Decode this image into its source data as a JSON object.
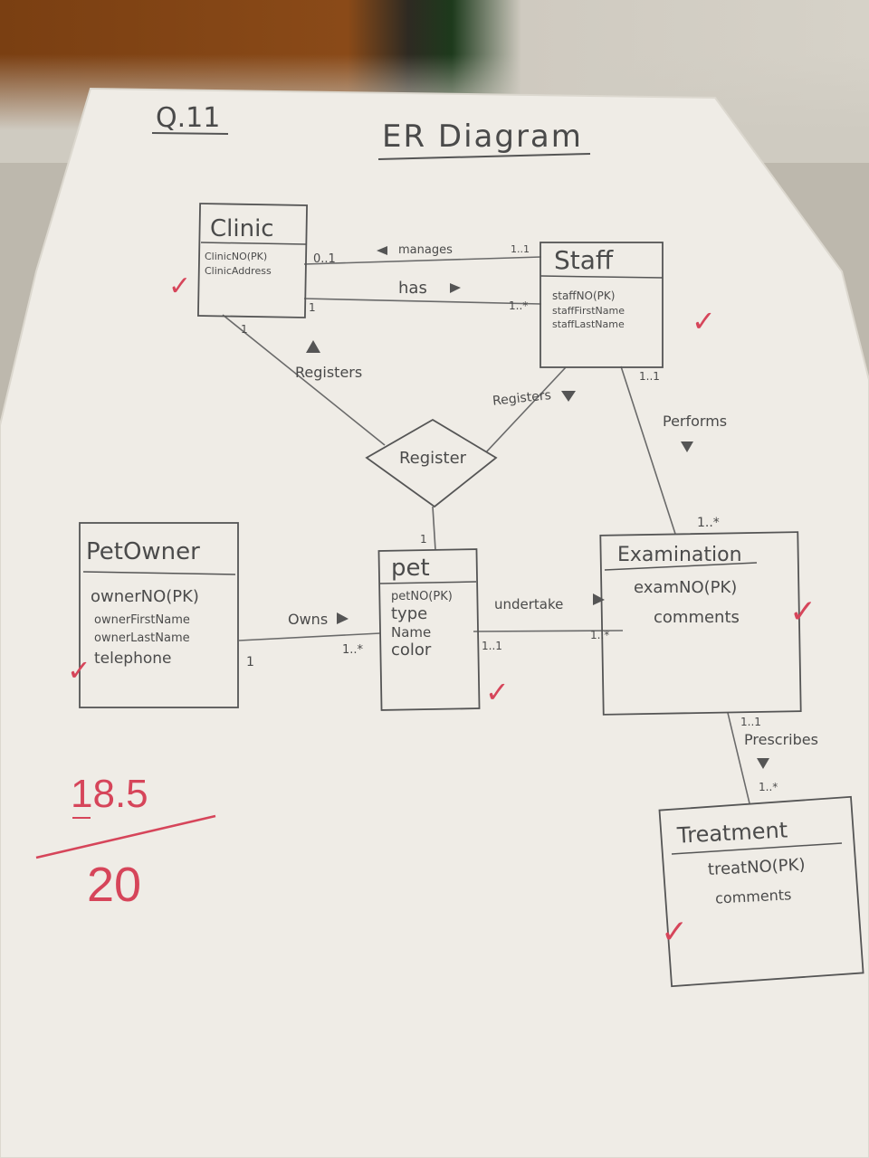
{
  "header": {
    "question": "Q.11",
    "title": "ER Diagram"
  },
  "entities": {
    "clinic": {
      "name": "Clinic",
      "attrs": [
        "ClinicNO(PK)",
        "ClinicAddress"
      ]
    },
    "staff": {
      "name": "Staff",
      "attrs": [
        "staffNO(PK)",
        "staffFirstName",
        "staffLastName"
      ]
    },
    "petowner": {
      "name": "PetOwner",
      "attrs": [
        "ownerNO(PK)",
        "ownerFirstName",
        "ownerLastName",
        "telephone"
      ]
    },
    "pet": {
      "name": "pet",
      "attrs": [
        "petNO(PK)",
        "type",
        "Name",
        "color"
      ]
    },
    "examination": {
      "name": "Examination",
      "attrs": [
        "examNO(PK)",
        "comments"
      ]
    },
    "treatment": {
      "name": "Treatment",
      "attrs": [
        "treatNO(PK)",
        "comments"
      ]
    }
  },
  "relationship_diamond": "Register",
  "relations": {
    "manages": "manages",
    "has": "has",
    "registers_left": "Registers",
    "registers_right": "Registers",
    "performs": "Performs",
    "owns": "Owns",
    "undertake": "undertake",
    "prescribes": "Prescribes"
  },
  "multiplicities": {
    "clinic_manages": "0..1",
    "staff_manages": "1..1",
    "clinic_has": "1",
    "staff_has": "1..*",
    "clinic_register": "1",
    "pet_register": "1",
    "staff_performs": "1..1",
    "exam_performs": "1..*",
    "owner_owns": "1",
    "pet_owns": "1..*",
    "pet_undertake": "1..1",
    "exam_undertake": "1..*",
    "exam_prescribes": "1..1",
    "treat_prescribes": "1..*"
  },
  "grading": {
    "score": "18.5",
    "total": "20",
    "check": "✓"
  },
  "colors": {
    "pencil": "#4a4a4a",
    "red_ink": "#d6455a",
    "paper": "#efece6"
  }
}
